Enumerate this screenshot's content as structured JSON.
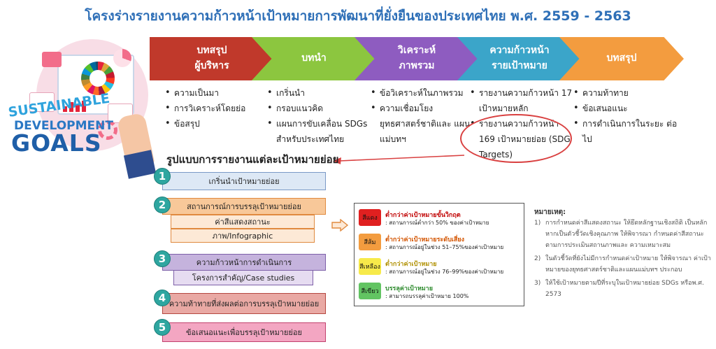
{
  "title": "โครงร่างรายงานความก้าวหน้าเป้าหมายการพัฒนาที่ยั่งยืนของประเทศไทย พ.ศ. 2559 - 2563",
  "logo": {
    "line1": "SUSTAINABLE",
    "line2": "DEVELOPMENT",
    "line3": "GOALS"
  },
  "chapters": [
    {
      "title": [
        "บทสรุป",
        "ผู้บริหาร"
      ],
      "color": "#c0392b",
      "bullets": [
        "ความเป็นมา",
        "การวิเคราะห์โดยย่อ",
        "ข้อสรุป"
      ]
    },
    {
      "title": [
        "บทนำ"
      ],
      "color": "#8cc63f",
      "bullets": [
        "เกริ่นนำ",
        "กรอบแนวคิด",
        "แผนการขับเคลื่อน SDGs สำหรับประเทศไทย"
      ]
    },
    {
      "title": [
        "วิเคราะห์",
        "ภาพรวม"
      ],
      "color": "#8e5cc0",
      "bullets": [
        "ข้อวิเคราะห์ในภาพรวม",
        "ความเชื่อมโยง ยุทธศาสตร์ชาติและ แผนแม่บทฯ"
      ]
    },
    {
      "title": [
        "ความก้าวหน้า",
        "รายเป้าหมาย"
      ],
      "color": "#3ba5c9",
      "bullets": [
        "รายงานความก้าวหน้า 17 เป้าหมายหลัก",
        "รายงานความก้าวหน้า 169 เป้าหมายย่อย (SDG Targets)"
      ]
    },
    {
      "title": [
        "บทสรุป"
      ],
      "color": "#f39c3f",
      "bullets": [
        "ความท้าทาย",
        "ข้อเสนอแนะ",
        "การดำเนินการในระยะ ต่อไป"
      ]
    }
  ],
  "subtitle": "รูปแบบการรายงานแต่ละเป้าหมายย่อย",
  "sections": [
    {
      "num": "1",
      "label": "เกริ่นนำเป้าหมายย่อย"
    },
    {
      "num": "2",
      "label": "สถานการณ์การบรรลุเป้าหมายย่อย",
      "subs": [
        "ค่าสีแสดงสถานะ",
        "ภาพ/Infographic"
      ]
    },
    {
      "num": "3",
      "label": "ความก้าวหน้าการดำเนินการ",
      "subs": [
        "โครงการสำคัญ/Case studies"
      ]
    },
    {
      "num": "4",
      "label": "ความท้าทายที่ส่งผลต่อการบรรลุเป้าหมายย่อย"
    },
    {
      "num": "5",
      "label": "ข้อเสนอแนะเพื่อบรรลุเป้าหมายย่อย"
    }
  ],
  "legend": [
    {
      "chip": "สีแดง",
      "color": "#e02020",
      "textColor": "#c00000",
      "title": "ต่ำกว่าค่าเป้าหมายขั้นวิกฤต",
      "desc": ": สถานการณ์ต่ำกว่า 50% ของค่าเป้าหมาย"
    },
    {
      "chip": "สีส้ม",
      "color": "#f39c3f",
      "textColor": "#d35400",
      "title": "ต่ำกว่าค่าเป้าหมายระดับเสี่ยง",
      "desc": ": สถานการณ์อยู่ในช่วง 51–75%ของค่าเป้าหมาย"
    },
    {
      "chip": "สีเหลือง",
      "color": "#f7ea4a",
      "textColor": "#b09000",
      "title": "ต่ำกว่าค่าเป้าหมาย",
      "desc": ": สถานการณ์อยู่ในช่วง 76–99%ของค่าเป้าหมาย"
    },
    {
      "chip": "สีเขียว",
      "color": "#62c462",
      "textColor": "#2e8b2e",
      "title": "บรรลุค่าเป้าหมาย",
      "desc": ": สามารถบรรลุค่าเป้าหมาย 100%"
    }
  ],
  "notes": {
    "heading": "หมายเหตุ:",
    "items": [
      {
        "n": "1)",
        "text": "การกำหนดค่าสีแสดงสถานะ ให้ยึดหลักฐานเชิงสถิติ เป็นหลัก หากเป็นตัวชี้วัดเชิงคุณภาพ ให้พิจารณา กำหนดค่าสีสถานะตามการประเมินสถานภาพและ ความเหมาะสม"
      },
      {
        "n": "2)",
        "text": "ในตัวชี้วัดที่ยังไม่มีการกำหนดค่าเป้าหมาย ให้พิจารณา ค่าเป้าหมายของยุทธศาสตร์ชาติและแผนแม่บทฯ ประกอบ"
      },
      {
        "n": "3)",
        "text": "ให้ใช้เป้าหมายตามปีที่ระบุในเป้าหมายย่อย SDGs หรือพ.ศ. 2573"
      }
    ]
  }
}
